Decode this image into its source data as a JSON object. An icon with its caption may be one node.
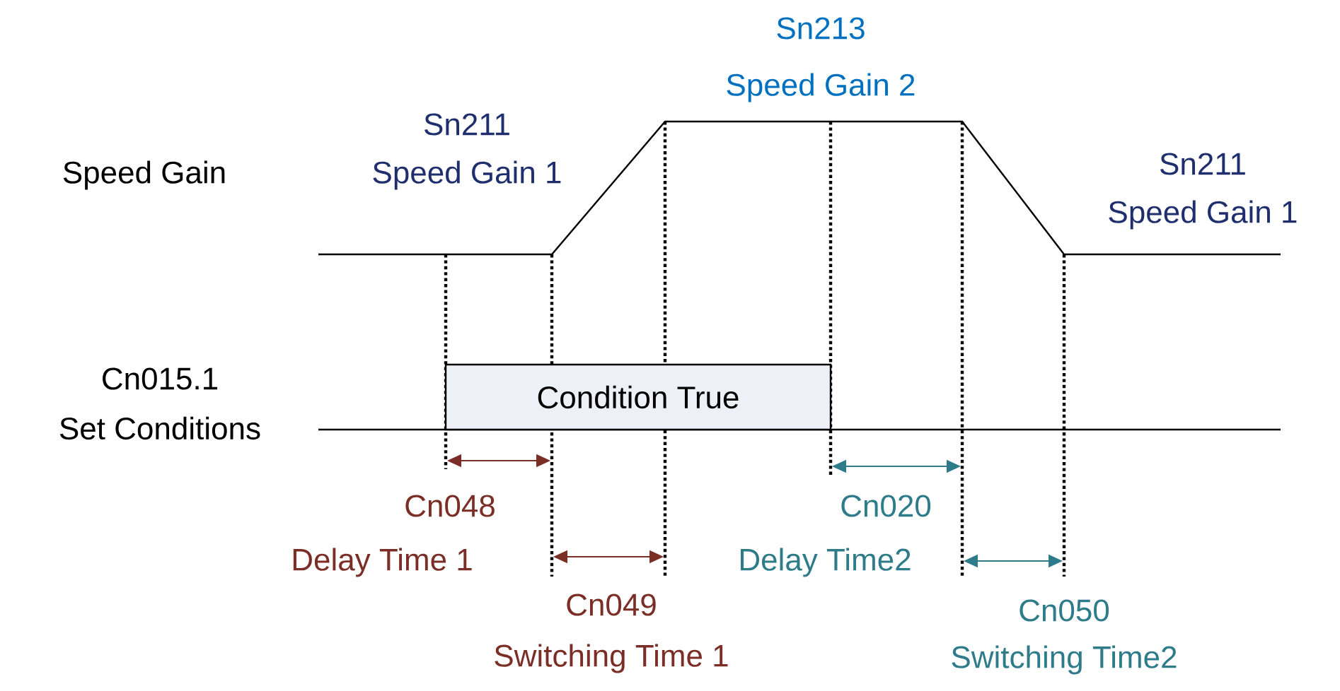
{
  "diagram": {
    "nodes": [
      {
        "text": [
          "Condition True"
        ]
      }
    ],
    "labels": [
      "Sn213",
      "Speed Gain 2",
      "Sn211",
      "Speed Gain",
      "Speed Gain 1",
      "Sn211",
      "Speed Gain 1",
      "Cn015.1",
      "Set Conditions",
      "Cn048",
      "Cn020",
      "Delay Time 1",
      "Delay Time2",
      "Cn049",
      "Cn050",
      "Switching Time 1",
      "Switching Time2"
    ]
  }
}
